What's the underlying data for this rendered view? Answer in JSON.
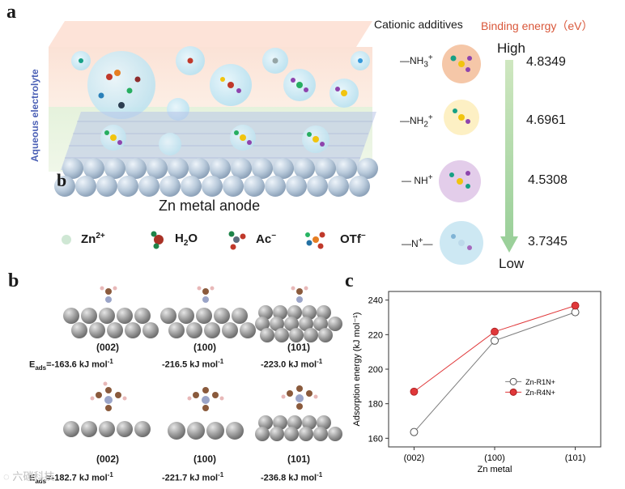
{
  "panel_a": {
    "label": "a",
    "inset_label": "b",
    "side_label": "Aqueous electrolyte",
    "anode_label": "Zn metal anode",
    "legend": [
      {
        "text": "Zn",
        "sup": "2+",
        "icon": "zn-ion-icon"
      },
      {
        "text": "H",
        "sub": "2",
        "tail": "O",
        "icon": "water-molecule-icon"
      },
      {
        "text": "Ac",
        "sup": "−",
        "icon": "acetate-molecule-icon"
      },
      {
        "text": "OTf",
        "sup": "−",
        "icon": "triflate-molecule-icon"
      }
    ],
    "table": {
      "col1_header": "Cationic additives",
      "col2_header": "Binding energy（eV）",
      "high_label": "High",
      "low_label": "Low",
      "rows": [
        {
          "formula": "—NH",
          "sub": "3",
          "sup": "+",
          "energy": "4.8349",
          "color": "#d9573a"
        },
        {
          "formula": "—NH",
          "sub": "2",
          "sup": "+",
          "energy": "4.6961",
          "color": "#e07a86"
        },
        {
          "formula": "NH",
          "sub": "",
          "sup": "+",
          "energy": "4.5308",
          "color": "#8a74a8"
        },
        {
          "formula": "N",
          "sub": "",
          "sup": "+",
          "energy": "3.7345",
          "color": "#2f5d9a"
        }
      ]
    }
  },
  "panel_b": {
    "label": "b",
    "rows": [
      {
        "cells": [
          {
            "facet": "(002)",
            "energy": "-163.6 kJ mol",
            "sup": "-1",
            "prefix": "E",
            "prefix_sub": "ads",
            "prefix_eq": "="
          },
          {
            "facet": "(100)",
            "energy": "-216.5 kJ mol",
            "sup": "-1"
          },
          {
            "facet": "(101)",
            "energy": "-223.0 kJ mol",
            "sup": "-1"
          }
        ]
      },
      {
        "cells": [
          {
            "facet": "(002)",
            "energy": "-182.7 kJ mol",
            "sup": "-1",
            "prefix": "E",
            "prefix_sub": "ads",
            "prefix_eq": "="
          },
          {
            "facet": "(100)",
            "energy": "-221.7 kJ mol",
            "sup": "-1"
          },
          {
            "facet": "(101)",
            "energy": "-236.8 kJ mol",
            "sup": "-1"
          }
        ]
      }
    ]
  },
  "panel_c": {
    "label": "c"
  },
  "chart_data": {
    "type": "line",
    "categories": [
      "(002)",
      "(100)",
      "(101)"
    ],
    "xlabel": "Zn metal",
    "ylabel": "Adsorption energy (kJ mol⁻¹)",
    "ylim": [
      155,
      245
    ],
    "yticks": [
      160,
      180,
      200,
      220,
      240
    ],
    "legend_position": "center-right",
    "series": [
      {
        "name": "Zn-R1N+",
        "values": [
          163.6,
          216.5,
          233.0
        ],
        "color": "#7d7d7d",
        "marker": "open"
      },
      {
        "name": "Zn-R4N+",
        "values": [
          187.0,
          221.7,
          236.8
        ],
        "color": "#e0383a",
        "marker": "filled"
      }
    ]
  },
  "watermark": "六碳科技"
}
